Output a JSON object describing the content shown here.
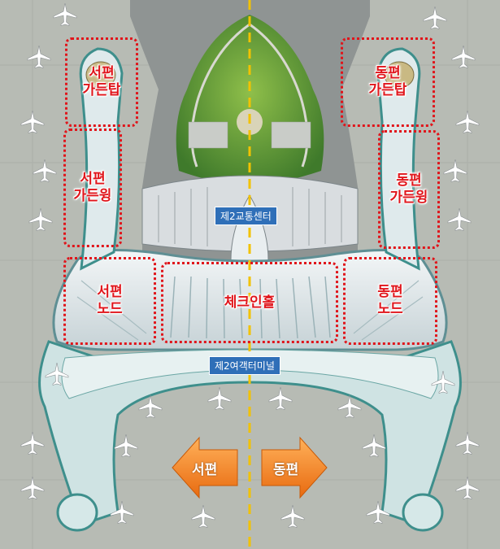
{
  "zones": {
    "west_garden_top": "서편\n가든탑",
    "east_garden_top": "동편\n가든탑",
    "west_garden_wing": "서편\n가든윙",
    "east_garden_wing": "동편\n가든윙",
    "west_node": "서편\n노드",
    "checkin_hall": "체크인홀",
    "east_node": "동편\n노드"
  },
  "tags": {
    "transport_center": "제2교통센터",
    "terminal": "제2여객터미널"
  },
  "directions": {
    "west": "서편",
    "east": "동편"
  },
  "colors": {
    "zone_outline": "#e0151b",
    "tag_background": "#2f6fb8",
    "arrow_fill": "#f07d1c",
    "centerline": "#f2c200"
  }
}
